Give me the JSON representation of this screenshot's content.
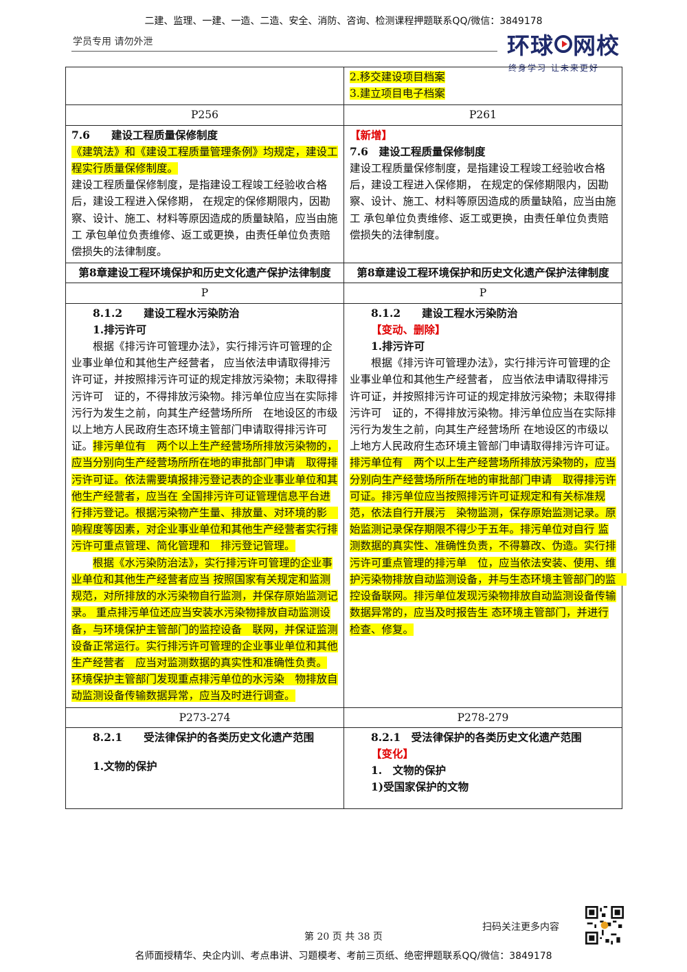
{
  "header": {
    "top_banner": "二建、监理、一建、一造、二造、安全、消防、咨询、检测课程押题联系QQ/微信：3849178",
    "sub_note": "学员专用 请勿外泄",
    "logo_left": "环球",
    "logo_right": "网校",
    "logo_slogan": "终身学习 让未来更好"
  },
  "table": {
    "r1_right_l1": "2.移交建设项目档案",
    "r1_right_l2": "3.建立项目电子档案",
    "r2_left": "P256",
    "r2_right": "P261",
    "r3_left_title": "7.6　　建设工程质量保修制度",
    "r3_left_hl": "《建筑法》和《建设工程质量管理条例》均规定，建设工程实行质量保修制度。",
    "r3_left_body": "建设工程质量保修制度，是指建设工程竣工经验收合格后，建设工程进入保修期， 在规定的保修期限内，因勘察、设计、施工、材料等原因造成的质量缺陷，应当由施工 承包单位负责维修、返工或更换，由责任单位负责赔偿损失的法律制度。",
    "r3_right_tag": "【新增】",
    "r3_right_title": "7.6　建设工程质量保修制度",
    "r3_right_body": "建设工程质量保修制度，是指建设工程竣工经验收合格后，建设工程进入保修期， 在规定的保修期限内，因勘察、设计、施工、材料等原因造成的质量缺陷，应当由施工 承包单位负责维修、返工或更换，由责任单位负责赔偿损失的法律制度。",
    "r4_left": "第8章建设工程环境保护和历史文化遗产保护法律制度",
    "r4_right": "第8章建设工程环境保护和历史文化遗产保护法律制度",
    "r5_left": "P",
    "r5_right": "P",
    "r6_left_title": "8.1.2　　建设工程水污染防治",
    "r6_left_sub": "1.排污许可",
    "r6_left_p1": "根据《排污许可管理办法》，实行排污许可管理的企业事业单位和其他生产经营者， 应当依法申请取得排污许可证，并按照排污许可证的规定排放污染物；未取得排污许可　证的，不得排放污染物。排污单位应当在实际排污行为发生之前，向其生产经营场所所　在地设区的市级以上地方人民政府生态环境主管部门申请取得排污许可证。",
    "r6_left_p1_hl": "排污单位有　两个以上生产经营场所排放污染物的，应当分别向生产经营场所所在地的审批部门申请　取得排污许可证。依法需要填报排污登记表的企业事业单位和其他生产经营者，应当在 全国排污许可证管理信息平台进行排污登记。根据污染物产生量、排放量、对环境的影　响程度等因素，对企业事业单位和其他生产经营者实行排污许可重点管理、简化管理和　排污登记管理。",
    "r6_left_p2_hl": "根据《水污染防治法》，实行排污许可管理的企业事业单位和其他生产经营者应当 按照国家有关规定和监测规范，对所排放的水污染物自行监测，并保存原始监测记录。 重点排污单位还应当安装水污染物排放自动监测设备，与环境保护主管部门的监控设备　联网，并保证监测设备正常运行。实行排污许可管理的企业事业单位和其他生产经营者　应当对监测数据的真实性和准确性负责。 环境保护主管部门发现重点排污单位的水污染　物排放自动监测设备传输数据异常，应当及时进行调查。",
    "r6_right_title": "8.1.2　　建设工程水污染防治",
    "r6_right_tag": "【变动、删除】",
    "r6_right_sub": "1.排污许可",
    "r6_right_p1": "根据《排污许可管理办法》，实行排污许可管理的企业事业单位和其他生产经营者， 应当依法申请取得排污许可证，并按照排污许可证的规定排放污染物；未取得排污许可　证的，不得排放污染物。排污单位应当在实际排污行为发生之前，向其生产经营场所 在地设区的市级以上地方人民政府生态环境主管部门申请取得排污许可证。",
    "r6_right_p1_hl": "排污单位有　两个以上生产经营场所排放污染物的，应当分别向生产经营场所所在地的审批部门申请　取得排污许可证。排污单位应当按照排污许可证规定和有关标准规范，依法自行开展污　染物监测，保存原始监测记录。原始监测记录保存期限不得少于五年。排污单位对自行 监测数据的真实性、准确性负责，不得篡改、伪造。实行排污许可重点管理的排污单　位，应当依法安装、使用、维护污染物排放自动监测设备，并与生态环境主管部门的监　控设备联网。排污单位发现污染物排放自动监测设备传输数据异常的，应当及时报告生 态环境主管部门，并进行检查、修复。",
    "r7_left": "P273-274",
    "r7_right": "P278-279",
    "r8_left_title": "8.2.1　　受法律保护的各类历史文化遗产范围",
    "r8_left_sub": "1.文物的保护",
    "r8_right_title": "8.2.1　受法律保护的各类历史文化遗产范围",
    "r8_right_tag": "【变化】",
    "r8_right_sub": "1.　文物的保护",
    "r8_right_sub2": "1)受国家保护的文物"
  },
  "footer": {
    "qr_caption": "扫码关注更多内容",
    "page_number": "第 20 页 共 38 页",
    "bottom_banner": "名师面授精华、央企内训、考点串讲、习题模考、考前三页纸、绝密押题联系QQ/微信：3849178"
  }
}
